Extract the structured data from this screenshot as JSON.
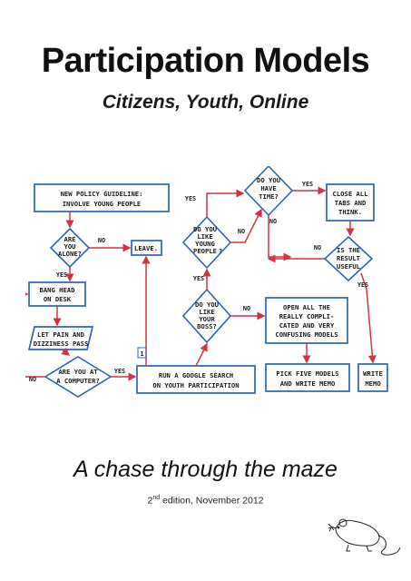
{
  "cover": {
    "title": "Participation Models",
    "subtitle": "Citizens, Youth, Online",
    "tagline": "A chase through the maze",
    "edition_num": "2",
    "edition_sup": "nd",
    "edition_rest": " edition, November 2012"
  },
  "flowchart": {
    "boxes": {
      "policy_l1": "NEW POLICY GUIDELINE:",
      "policy_l2": "INVOLVE YOUNG PEOPLE",
      "leave": "LEAVE.",
      "bang_l1": "BANG HEAD",
      "bang_l2": "ON DESK",
      "pain_l1": "LET PAIN AND",
      "pain_l2": "DIZZINESS PASS",
      "google_l1": "RUN A GOOGLE SEARCH",
      "google_l2": "ON YOUTH PARTICIPATION",
      "open_l1": "OPEN ALL THE",
      "open_l2": "REALLY COMPLI-",
      "open_l3": "CATED AND VERY",
      "open_l4": "CONFUSING MODELS",
      "pick_l1": "PICK FIVE MODELS",
      "pick_l2": "AND WRITE MEMO",
      "close_l1": "CLOSE ALL",
      "close_l2": "TABS AND",
      "close_l3": "THINK.",
      "write_l1": "WRITE",
      "write_l2": "MEMO"
    },
    "decisions": {
      "alone_l1": "ARE",
      "alone_l2": "YOU",
      "alone_l3": "ALONE?",
      "computer_l1": "ARE YOU AT",
      "computer_l2": "A COMPUTER?",
      "like_l1": "DO YOU",
      "like_l2": "LIKE",
      "like_l3": "YOUNG",
      "like_l4": "PEOPLE",
      "like_q": "?",
      "boss_l1": "DO YOU",
      "boss_l2": "LIKE",
      "boss_l3": "YOUR",
      "boss_l4": "BOSS?",
      "time_l1": "DO YOU",
      "time_l2": "HAVE",
      "time_l3": "TIME?",
      "useful_l1": "IS THE",
      "useful_l2": "RESULT",
      "useful_l3": "USEFUL"
    },
    "labels": {
      "no": "NO",
      "yes": "YES",
      "one": "1"
    }
  },
  "colors": {
    "box_stroke": "#2a66b8",
    "arrow": "#d23340"
  },
  "icons": [
    "mouse-drawing"
  ]
}
